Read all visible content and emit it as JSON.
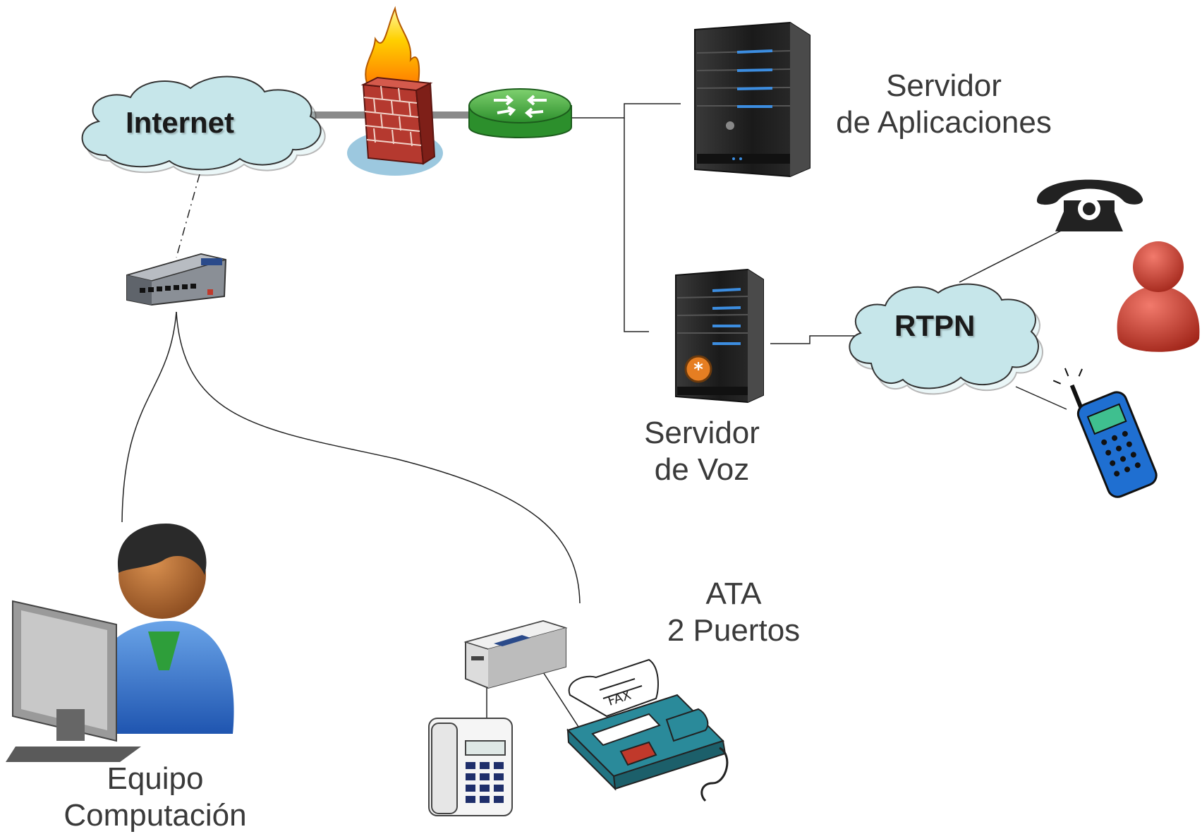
{
  "nodes": {
    "internet": {
      "label": "Internet"
    },
    "rtpn": {
      "label": "RTPN"
    },
    "app_server": {
      "line1": "Servidor",
      "line2": "de Aplicaciones"
    },
    "voice_server": {
      "line1": "Servidor",
      "line2": "de Voz"
    },
    "ata": {
      "line1": "ATA",
      "line2": "2 Puertos"
    },
    "computer": {
      "line1": "Equipo",
      "line2": "Computación"
    }
  },
  "icons": [
    "cloud-icon",
    "firewall-icon",
    "router-icon",
    "server-icon",
    "switch-icon",
    "desk-phone-icon",
    "user-icon",
    "mobile-phone-icon",
    "ata-device-icon",
    "ip-phone-icon",
    "fax-icon",
    "computer-user-icon"
  ],
  "colors": {
    "cloud_fill": "#c6e6ea",
    "router_green": "#3aa83a",
    "firewall_brick": "#b5392f",
    "server_dark": "#1e1e1e",
    "server_led": "#3c8de0",
    "user_red": "#c0392b",
    "mobile_blue": "#1f6fd1",
    "fax_teal": "#2a8a9a",
    "line": "#222222"
  }
}
